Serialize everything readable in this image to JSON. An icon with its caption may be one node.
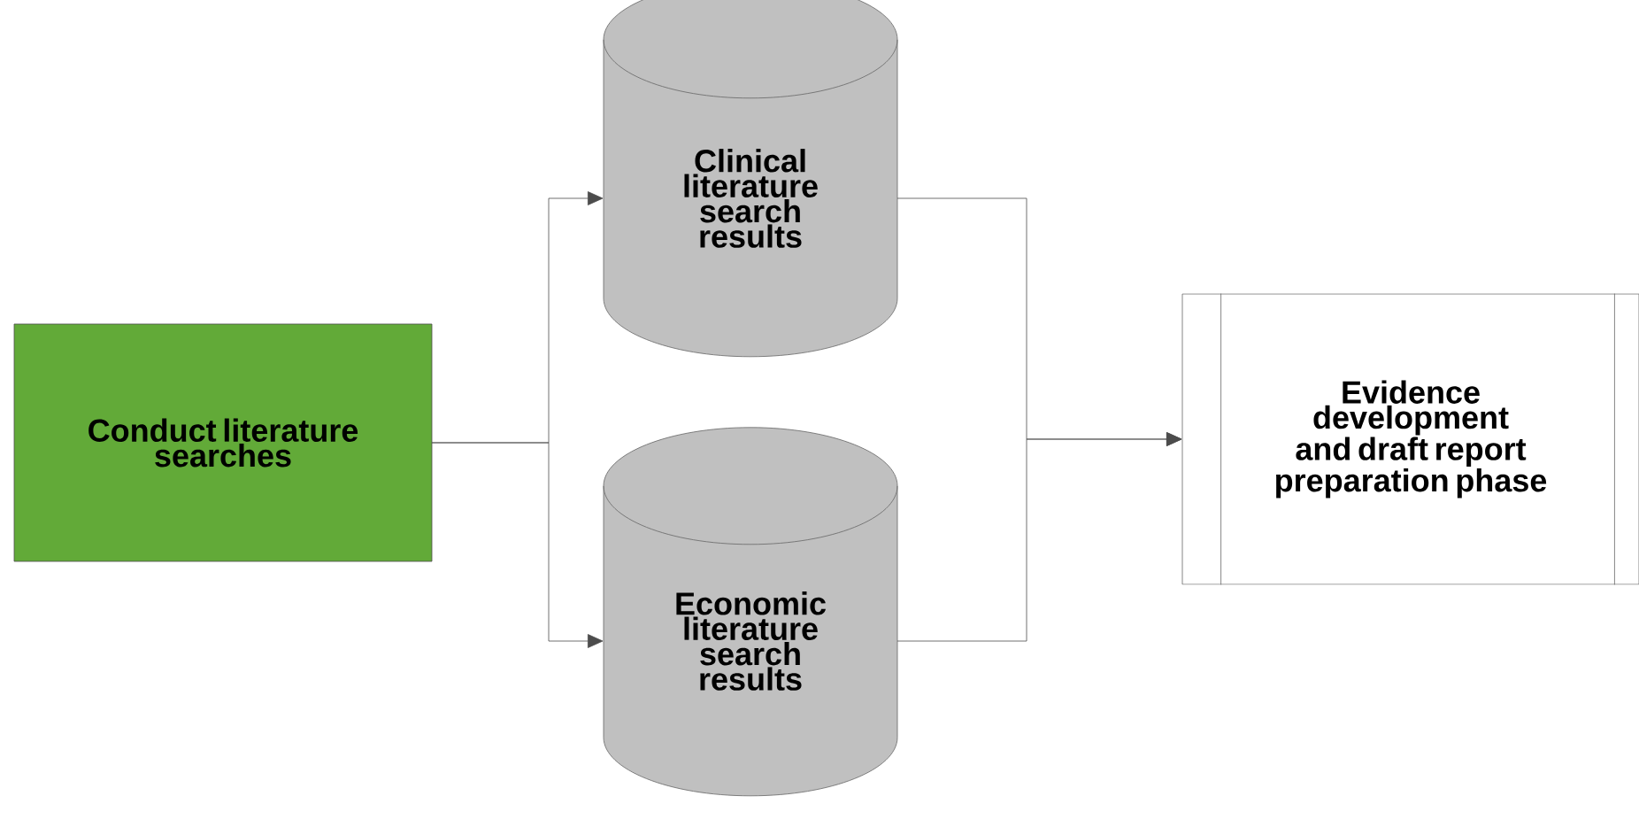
{
  "diagram": {
    "nodes": [
      {
        "text": [
          "Conduct literature searches"
        ]
      },
      {
        "text": [
          "Clinical literature search results"
        ]
      },
      {
        "text": [
          "Economic literature search results"
        ]
      },
      {
        "text": [
          "Evidence development and draft report preparation phase"
        ]
      }
    ],
    "edges": [
      {
        "from": 0,
        "to": 1,
        "arrow": "to"
      },
      {
        "from": 0,
        "to": 2,
        "arrow": "to"
      },
      {
        "from": 1,
        "to": 3,
        "arrow": "to"
      },
      {
        "from": 2,
        "to": 3,
        "arrow": "to"
      }
    ]
  }
}
